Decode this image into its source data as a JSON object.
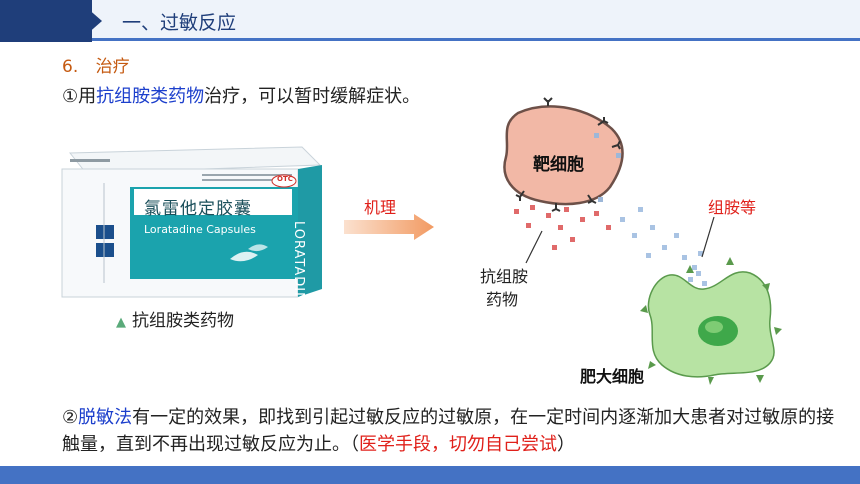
{
  "header": {
    "title": "一、过敏反应"
  },
  "section": {
    "number": "6.",
    "title": "治疗"
  },
  "line1": {
    "prefix": "①用",
    "highlight": "抗组胺类药物",
    "suffix": "治疗，可以暂时缓解症状。"
  },
  "product": {
    "name_cn": "氯雷他定胶囊",
    "name_en": "Loratadine Capsules",
    "side_text": "LORATADINE",
    "badge": "OTC",
    "caption": "抗组胺类药物"
  },
  "diagram": {
    "mechanism_label": "机理",
    "target_cell": "靶细胞",
    "histamine_label": "组胺等",
    "drug_label_line1": "抗组胺",
    "drug_label_line2": "药物",
    "mast_cell": "肥大细胞"
  },
  "para": {
    "prefix": "②",
    "highlight": "脱敏法",
    "body": "有一定的效果，即找到引起过敏反应的过敏原，在一定时间内逐渐加大患者对过敏原的接触量，直到不再出现过敏反应为止。（",
    "red_note": "医学手段，切勿自己尝试",
    "end": "）"
  },
  "colors": {
    "header_dark": "#1f3e7a",
    "accent_blue": "#4472c4",
    "highlight_blue": "#1c3fcc",
    "highlight_red": "#e0201a",
    "section_orange": "#c55a11"
  }
}
